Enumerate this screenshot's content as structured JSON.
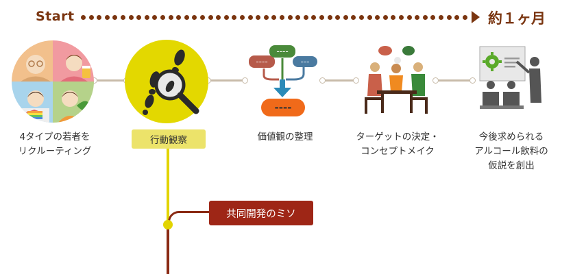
{
  "timeline": {
    "start": "Start",
    "end": "約１ヶ月"
  },
  "steps": [
    {
      "label_lines": [
        "4タイプの若者を",
        "リクルーティング"
      ]
    },
    {
      "label": "行動観察"
    },
    {
      "label_lines": [
        "価値観の整理"
      ]
    },
    {
      "label_lines": [
        "ターゲットの決定・",
        "コンセプトメイク"
      ]
    },
    {
      "label_lines": [
        "今後求められる",
        "アルコール飲料の",
        "仮説を創出"
      ]
    }
  ],
  "callout": {
    "label": "共同開発のミソ"
  },
  "colors": {
    "brown": "#7a3510",
    "yellow": "#e2d400",
    "red": "#9e2616",
    "connector": "#c8bba9"
  },
  "icons": [
    "four-people-icon",
    "footprints-magnifier-icon",
    "value-tree-icon",
    "meeting-icon",
    "presentation-icon"
  ]
}
